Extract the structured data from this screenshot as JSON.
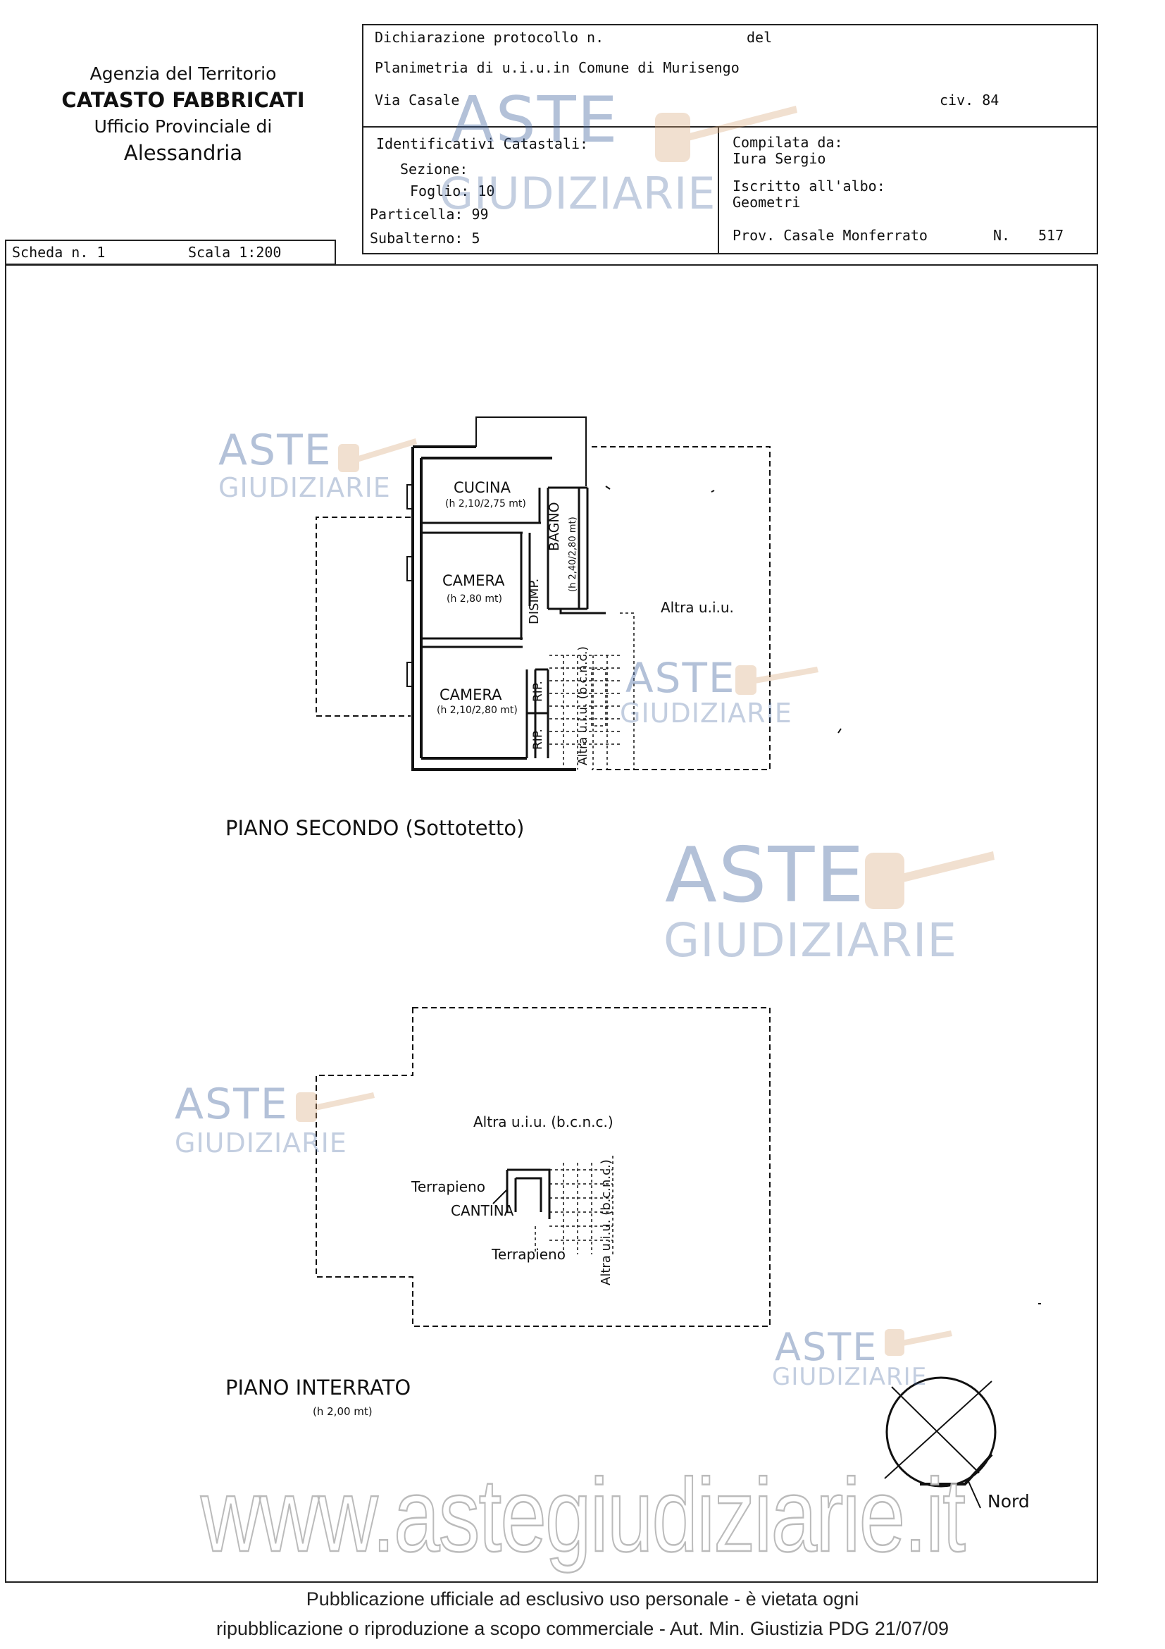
{
  "agency": {
    "line1": "Agenzia del Territorio",
    "line2": "CATASTO FABBRICATI",
    "line3": "Ufficio Provinciale di",
    "line4": "Alessandria"
  },
  "scheda": {
    "label": "Scheda n. 1",
    "scale": "Scala 1:200"
  },
  "header": {
    "protocol": "Dichiarazione protocollo n.",
    "del": "del",
    "planimetria": "Planimetria di u.i.u.in Comune di Murisengo",
    "via": "Via Casale",
    "civ": "civ. 84"
  },
  "identificativi": {
    "title": "Identificativi Catastali:",
    "sezione": "Sezione:",
    "foglio": "Foglio: 10",
    "particella": "Particella: 99",
    "subalterno": "Subalterno: 5"
  },
  "compilata": {
    "title": "Compilata da:",
    "name": "Iura Sergio",
    "iscritto": "Iscritto all'albo:",
    "albo": "Geometri",
    "prov": "Prov. Casale Monferrato",
    "n_label": "N.",
    "n_value": "517"
  },
  "plan_upper": {
    "rooms": {
      "cucina": "CUCINA",
      "cucina_h": "(h 2,10/2,75 mt)",
      "camera1": "CAMERA",
      "camera1_h": "(h 2,80 mt)",
      "camera2": "CAMERA",
      "camera2_h": "(h 2,10/2,80 mt)",
      "bagno": "BAGNO",
      "bagno_h": "(h 2,40/2,80 mt)",
      "disimp": "DISIMP.",
      "rip1": "RIP.",
      "rip2": "RIP.",
      "altra": "Altra u.i.u.",
      "altra_bcnc": "Altra u.i.u. (b.c.n.c.)"
    },
    "title": "PIANO SECONDO (Sottotetto)"
  },
  "plan_lower": {
    "altra_top": "Altra u.i.u. (b.c.n.c.)",
    "terrapieno1": "Terrapieno",
    "cantina": "CANTINA",
    "terrapieno2": "Terrapieno",
    "altra_side": "Altra u.i.u. (b.c.n.c.)",
    "title": "PIANO INTERRATO",
    "height": "(h 2,00 mt)"
  },
  "compass": {
    "label": "Nord"
  },
  "watermark": {
    "aste": "ASTE",
    "giudiziarie": "GIUDIZIARIE",
    "url": "www.astegiudiziarie.it"
  },
  "footer": {
    "line1": "Pubblicazione ufficiale ad esclusivo uso personale - è vietata ogni",
    "line2": "ripubblicazione o riproduzione a scopo commerciale - Aut. Min. Giustizia PDG 21/07/09"
  }
}
